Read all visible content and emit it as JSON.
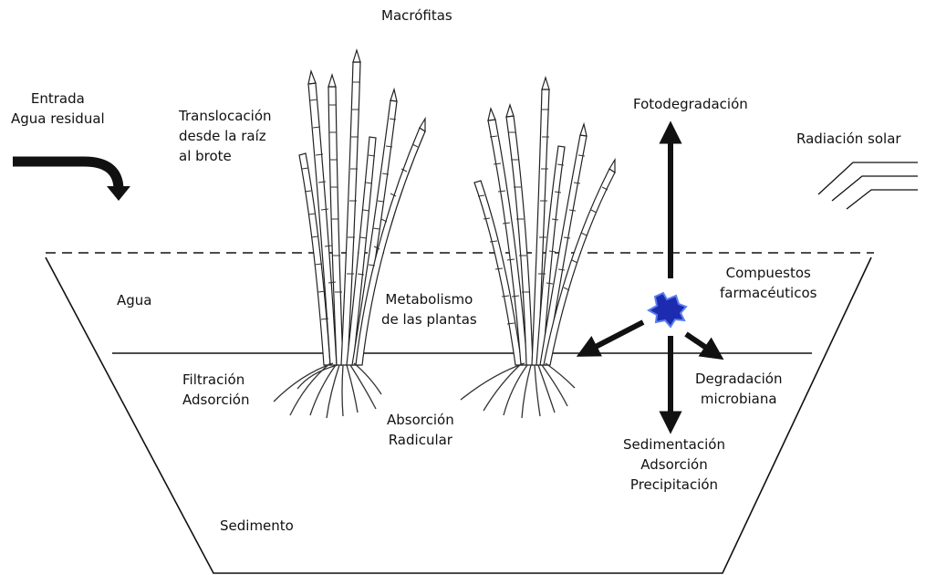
{
  "diagram": {
    "top_title": "Macrófitas",
    "inflow": {
      "line1": "Entrada",
      "line2": "Agua residual"
    },
    "translocation": {
      "line1": "Translocación",
      "line2": "desde la raíz",
      "line3": "al brote"
    },
    "photodegradation": "Fotodegradación",
    "solar_radiation": "Radiación solar",
    "water": "Agua",
    "compounds": {
      "line1": "Compuestos",
      "line2": "farmacéuticos"
    },
    "plant_metabolism": {
      "line1": "Metabolismo",
      "line2": "de las plantas"
    },
    "filtration": {
      "line1": "Filtración",
      "line2": "Adsorción"
    },
    "microbial_degradation": {
      "line1": "Degradación",
      "line2": "microbiana"
    },
    "root_uptake": {
      "line1": "Absorción",
      "line2": "Radicular"
    },
    "sedimentation": {
      "line1": "Sedimentación",
      "line2": "Adsorción",
      "line3": "Precipitación"
    },
    "sediment": "Sedimento",
    "colors": {
      "ink": "#111111",
      "compound_fill": "#1c2bb0",
      "compound_outline": "#5a7ff0"
    }
  }
}
